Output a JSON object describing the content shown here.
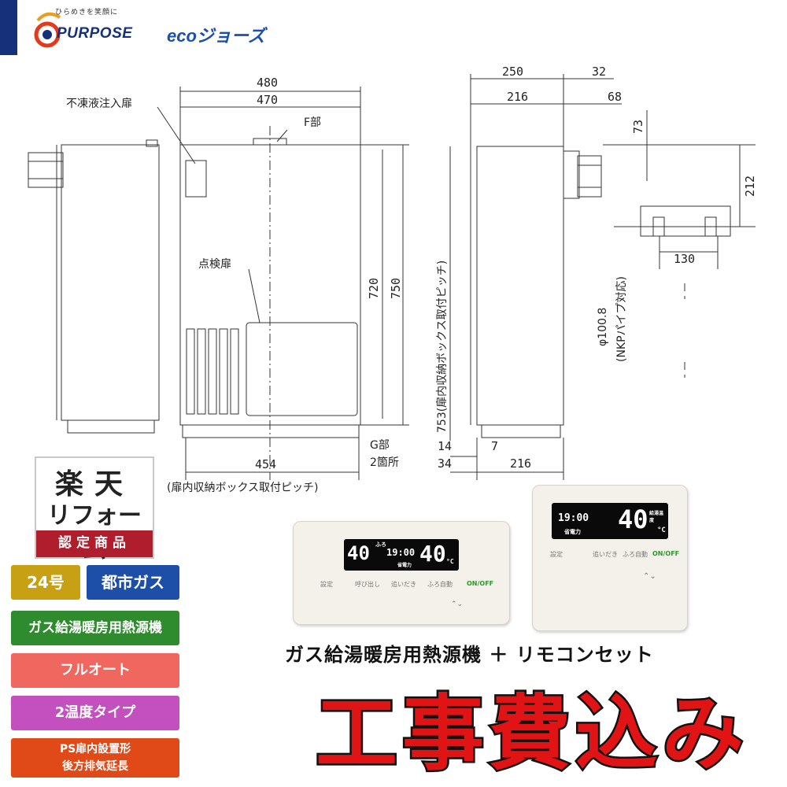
{
  "header": {
    "tagline": "ひらめきを笑顔に",
    "brand": "PURPOSE",
    "eco_brand": "ecoジョーズ",
    "colors": {
      "brand": "#17307a",
      "eco": "#1a4fb0"
    }
  },
  "drawing": {
    "dims": {
      "w480": "480",
      "w470": "470",
      "w454": "454",
      "h720": "720",
      "h750": "750",
      "d250": "250",
      "d32": "32",
      "d216a": "216",
      "d68": "68",
      "d73": "73",
      "d212": "212",
      "d130": "130",
      "d14": "14",
      "d7": "7",
      "d34": "34",
      "d216b": "216"
    },
    "labels": {
      "antifreeze_door": "不凍液注入扉",
      "f_part": "F部",
      "inspection_door": "点検扉",
      "g_part": "G部",
      "two_places": "2箇所",
      "pitch_bottom": "(扉内収納ボックス取付ピッチ)",
      "pitch_side": "753(扉内収納ボックス取付ピッチ)",
      "pipe_dia": "φ100.8",
      "pipe_note": "(NKPパイプ対応)"
    }
  },
  "badge": {
    "line1": "楽天",
    "line2": "リフォーム",
    "line3": "認定商品",
    "color": "#b01e2d"
  },
  "spec_tags": [
    {
      "text": "24号",
      "color": "#c8a014"
    },
    {
      "text": "都市ガス",
      "color": "#1d4fa8"
    },
    {
      "text": "ガス給湯暖房用熱源機",
      "color": "#2e8b2e"
    },
    {
      "text": "フルオート",
      "color": "#f0675f"
    },
    {
      "text": "2温度タイプ",
      "color": "#c44fbf"
    },
    {
      "text": "PS扉内設置形",
      "color": "#e04a18"
    },
    {
      "text": "後方排気延長",
      "color": "#e04a18"
    }
  ],
  "remote_a": {
    "temp_main": "40",
    "time": "19:00",
    "temp_right": "40",
    "unit": "°C",
    "small1": "ふろ",
    "small2": "省電力",
    "buttons": [
      "設定",
      "呼び出し",
      "追いだき",
      "ふろ自動"
    ],
    "onoff": "ON/OFF"
  },
  "remote_b": {
    "time": "19:00",
    "small": "省電力",
    "temp": "40",
    "unit": "°C",
    "side": "給湯温度",
    "buttons": [
      "設定",
      "追いだき",
      "ふろ自動"
    ],
    "onoff": "ON/OFF"
  },
  "caption": "ガス給湯暖房用熱源機 ＋ リモコンセット",
  "headline": "工事費込み",
  "headline_color": "#e01414"
}
